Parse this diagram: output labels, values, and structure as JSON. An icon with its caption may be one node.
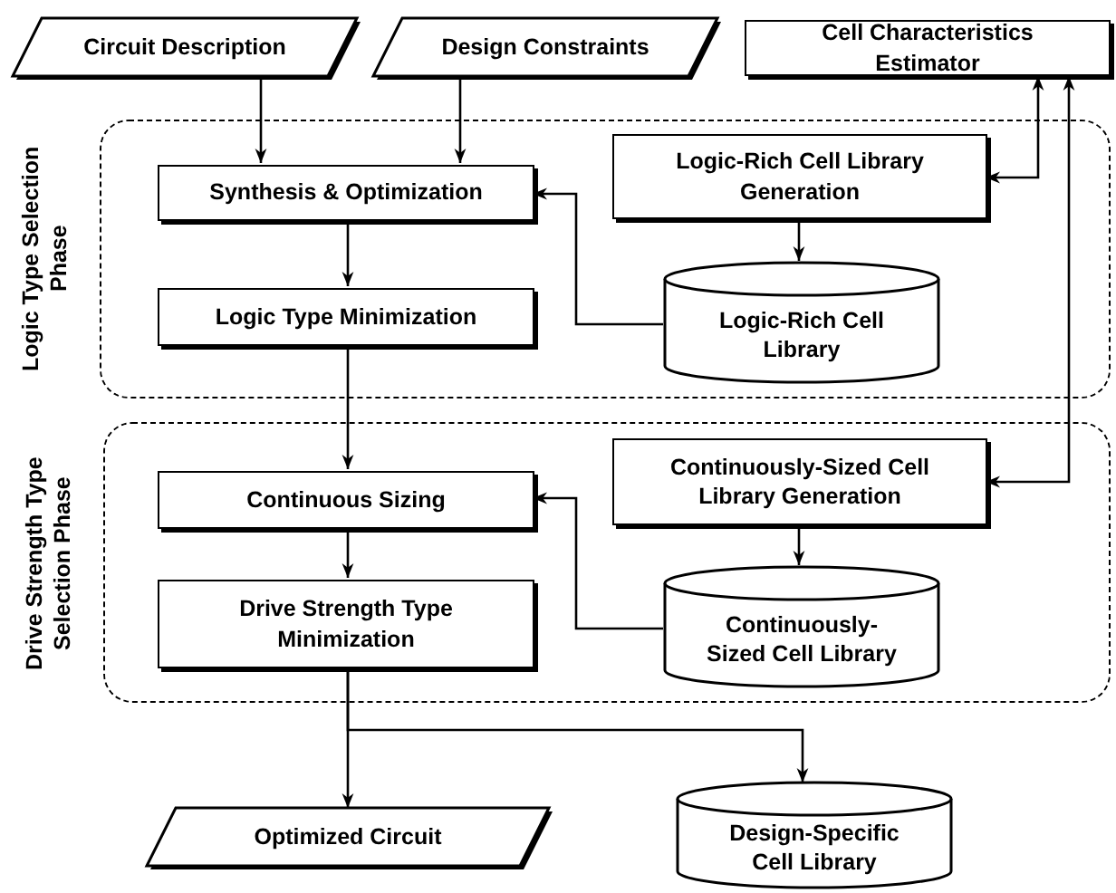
{
  "diagram": {
    "nodes": [
      {
        "text": [
          "Circuit Description"
        ]
      },
      {
        "text": [
          "Design Constraints"
        ]
      },
      {
        "text": [
          "Cell Characteristics Estimator"
        ]
      },
      {
        "text": [
          "Logic Type Selection Phase"
        ]
      },
      {
        "text": [
          "Synthesis & Optimization"
        ],
        "in": 3
      },
      {
        "text": [
          "Logic-Rich Cell Library Generation"
        ],
        "in": 3
      },
      {
        "text": [
          "Logic Type Minimization"
        ],
        "in": 3
      },
      {
        "text": [
          "Logic-Rich Cell Library"
        ],
        "in": 3
      },
      {
        "text": [
          "Drive Strength Type Selection Phase"
        ]
      },
      {
        "text": [
          "Continuous Sizing"
        ],
        "in": 8
      },
      {
        "text": [
          "Continuously-Sized Cell Library Generation"
        ],
        "in": 8
      },
      {
        "text": [
          "Drive Strength Type Minimization"
        ],
        "in": 8
      },
      {
        "text": [
          "Continuously-Sized Cell Library"
        ],
        "in": 8
      },
      {
        "text": [
          "Optimized Circuit"
        ]
      },
      {
        "text": [
          "Design-Specific Cell Library"
        ]
      }
    ],
    "edges": [
      {
        "from": 0,
        "to": 4,
        "arrow": "to"
      },
      {
        "from": 1,
        "to": 4,
        "arrow": "to"
      },
      {
        "from": 2,
        "to": 5,
        "arrow": "both"
      },
      {
        "from": 5,
        "to": 7,
        "arrow": "to"
      },
      {
        "from": 7,
        "to": 4,
        "arrow": "to"
      },
      {
        "from": 4,
        "to": 6,
        "arrow": "to"
      },
      {
        "from": 6,
        "to": 9,
        "arrow": "to"
      },
      {
        "from": 2,
        "to": 10,
        "arrow": "both"
      },
      {
        "from": 10,
        "to": 12,
        "arrow": "to"
      },
      {
        "from": 12,
        "to": 9,
        "arrow": "to"
      },
      {
        "from": 9,
        "to": 11,
        "arrow": "to"
      },
      {
        "from": 11,
        "to": 13,
        "arrow": "to"
      },
      {
        "from": 11,
        "to": 14,
        "arrow": "to"
      }
    ]
  }
}
